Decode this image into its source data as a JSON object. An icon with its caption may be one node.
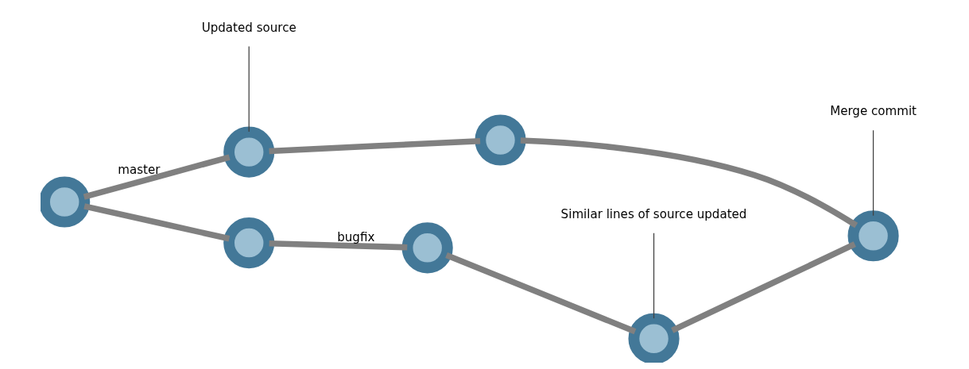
{
  "diagram": {
    "nodes": [
      {
        "text": [
          "Updated source"
        ]
      },
      {
        "text": [
          "Merge commit"
        ]
      },
      {
        "text": [],
        "shape": "circle"
      },
      {
        "text": [],
        "shape": "circle"
      },
      {
        "text": [],
        "shape": "circle"
      },
      {
        "text": [],
        "shape": "circle"
      },
      {
        "text": [],
        "shape": "circle"
      },
      {
        "text": [],
        "shape": "circle"
      },
      {
        "text": [],
        "shape": "circle"
      },
      {
        "text": [
          "Similar lines of source updated"
        ]
      }
    ],
    "edges": [
      {
        "from": 2,
        "to": 3,
        "arrow": "none",
        "label": "master"
      },
      {
        "from": 3,
        "to": 4,
        "arrow": "none"
      },
      {
        "from": 4,
        "to": 5,
        "arrow": "none"
      },
      {
        "from": 2,
        "to": 6,
        "arrow": "none"
      },
      {
        "from": 6,
        "to": 7,
        "arrow": "none",
        "label": "bugfix"
      },
      {
        "from": 7,
        "to": 8,
        "arrow": "none"
      },
      {
        "from": 8,
        "to": 5,
        "arrow": "none"
      },
      {
        "from": 0,
        "to": 3,
        "arrow": "none",
        "color": "#404040"
      },
      {
        "from": 1,
        "to": 5,
        "arrow": "none",
        "color": "#404040"
      },
      {
        "from": 9,
        "to": 8,
        "arrow": "none",
        "color": "#404040"
      }
    ]
  }
}
